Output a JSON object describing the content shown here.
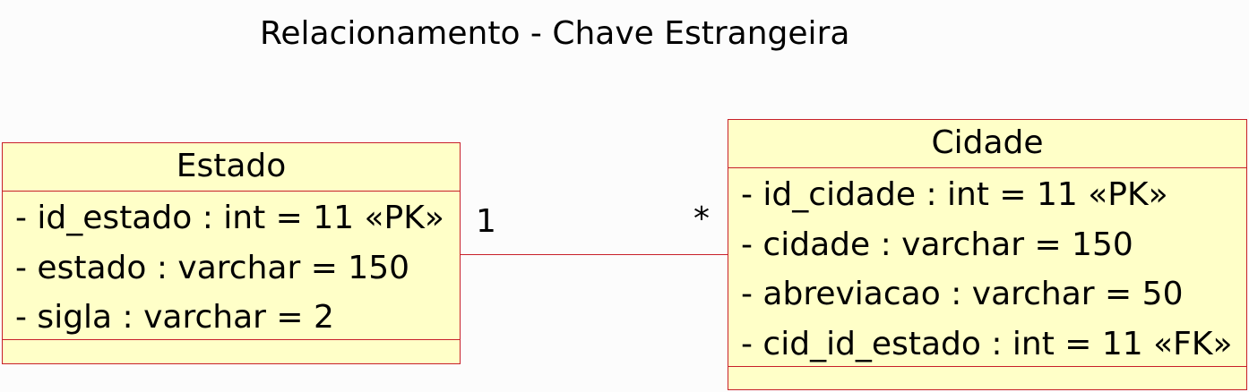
{
  "title": "Relacionamento - Chave Estrangeira",
  "colors": {
    "class_fill": "#ffffc8",
    "class_border": "#c8202a",
    "connector": "#c8202a",
    "background": "#fcfcfc"
  },
  "classes": [
    {
      "name": "Estado",
      "attributes": [
        "- id_estado : int = 11 «PK»",
        "- estado : varchar = 150",
        "- sigla : varchar = 2"
      ]
    },
    {
      "name": "Cidade",
      "attributes": [
        "- id_cidade : int = 11 «PK»",
        "- cidade : varchar = 150",
        "- abreviacao : varchar = 50",
        "- cid_id_estado : int = 11 «FK»"
      ]
    }
  ],
  "association": {
    "source_multiplicity": "1",
    "target_multiplicity": "*"
  }
}
